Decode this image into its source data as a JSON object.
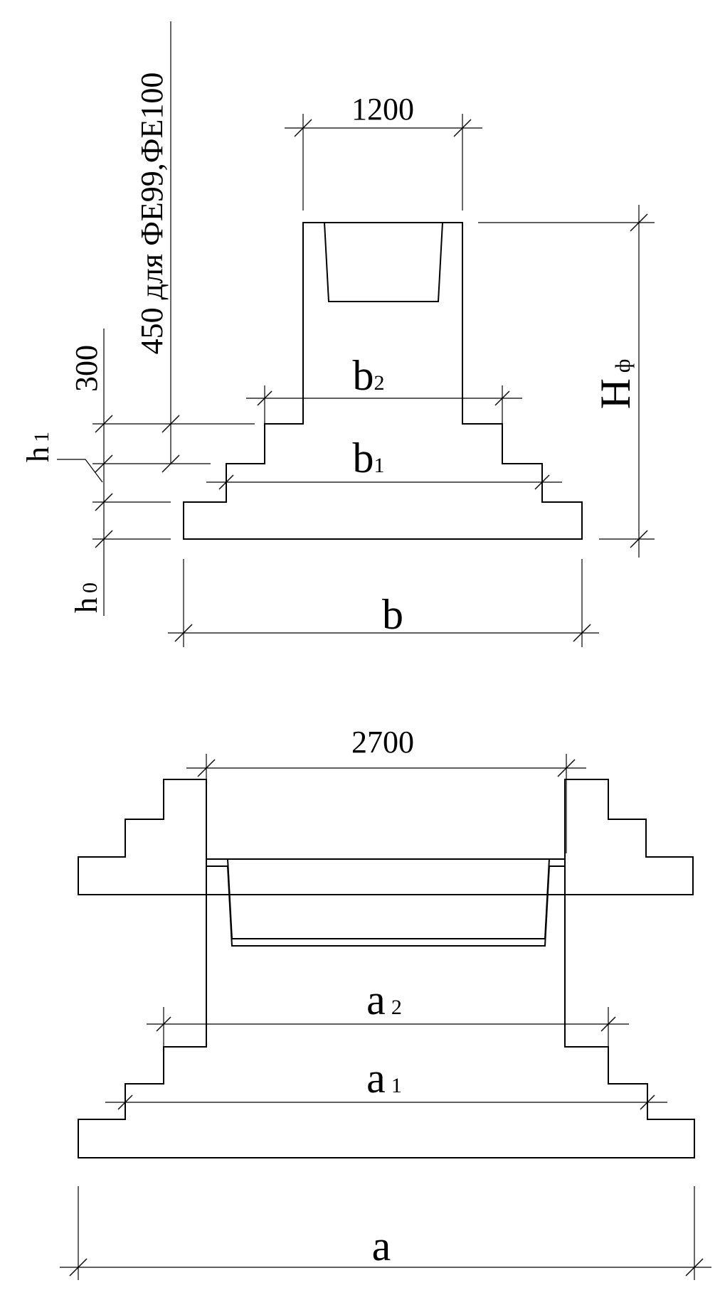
{
  "top_view": {
    "dim_top": "1200",
    "label_b2_main": "b",
    "label_b2_sub": "2",
    "label_b1_main": "b",
    "label_b1_sub": "1",
    "label_b": "b",
    "label_hf_main": "H",
    "label_hf_sub": "ф",
    "label_300": "300",
    "label_450": "450 для ФЕ99,ФЕ100",
    "label_h1_main": "h",
    "label_h1_sub": "1",
    "label_h0_main": "h",
    "label_h0_sub": "0"
  },
  "bottom_view": {
    "dim_top": "2700",
    "label_a2_main": "a",
    "label_a2_sub": "2",
    "label_a1_main": "a",
    "label_a1_sub": "1",
    "label_a": "a"
  }
}
